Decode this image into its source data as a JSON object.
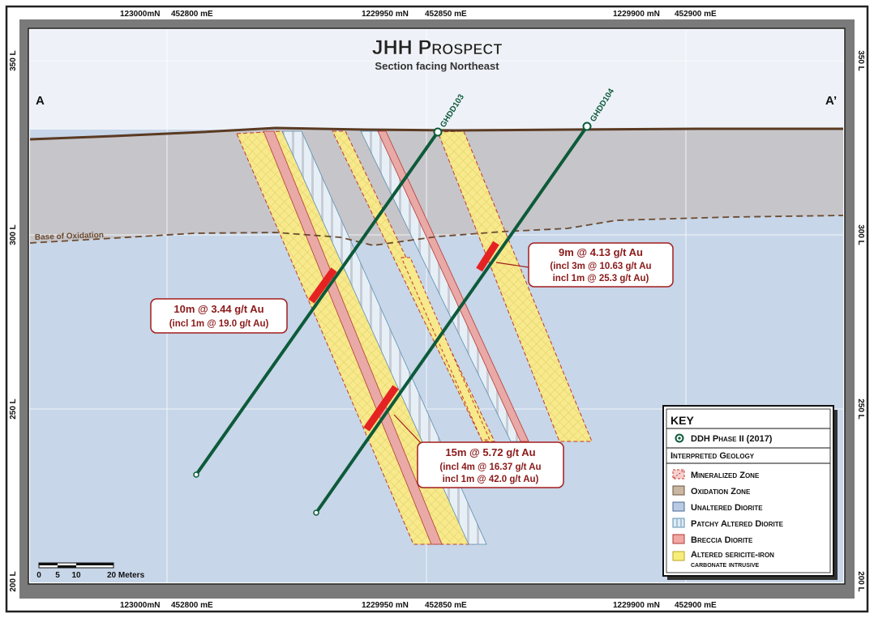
{
  "title": {
    "main": "JHH Prospect",
    "subtitle": "Section facing Northeast"
  },
  "section_ends": {
    "left": "A",
    "right": "A’"
  },
  "grid_top_labels": [
    {
      "northing": "123000mN",
      "easting": "452800 mE"
    },
    {
      "northing": "1229950 mN",
      "easting": "452850 mE"
    },
    {
      "northing": "1229900 mN",
      "easting": "452900 mE"
    }
  ],
  "grid_bottom_labels": [
    {
      "northing": "123000mN",
      "easting": "452800 mE"
    },
    {
      "northing": "1229950 mN",
      "easting": "452850 mE"
    },
    {
      "northing": "1229900 mN",
      "easting": "452900 mE"
    }
  ],
  "elevation_labels": [
    "350 L",
    "300 L",
    "250 L",
    "200 L"
  ],
  "base_of_oxidation": "Base of Oxidation",
  "drillholes": [
    "GHDD103",
    "GHDD104"
  ],
  "intercepts": [
    {
      "lines": [
        "10m @ 3.44 g/t Au",
        "(incl 1m @ 19.0 g/t Au)"
      ]
    },
    {
      "lines": [
        "15m @ 5.72 g/t Au",
        "(incl 4m @ 16.37 g/t Au",
        "incl 1m @ 42.0 g/t Au)"
      ]
    },
    {
      "lines": [
        "9m @ 4.13 g/t Au",
        "(incl 3m @ 10.63 g/t Au",
        "incl 1m @ 25.3 g/t Au)"
      ]
    }
  ],
  "scale_bar": {
    "ticks": [
      "0",
      "5",
      "10",
      "20 Meters"
    ]
  },
  "key": {
    "title": "KEY",
    "ddh_label": "DDH Phase II (2017)",
    "geology_heading": "Interpreted Geology",
    "items": [
      {
        "label": "Mineralized Zone",
        "fill": "#f6d0d0",
        "stroke": "#c0392b"
      },
      {
        "label": "Oxidation Zone",
        "fill": "#c9b7a2",
        "stroke": "#6b5440"
      },
      {
        "label": "Unaltered Diorite",
        "fill": "#b9cbe3",
        "stroke": "#4a6a99"
      },
      {
        "label": "Patchy Altered Diorite",
        "fill": "#dcebf5",
        "stroke": "#5b8fb0"
      },
      {
        "label": "Breccia Diorite",
        "fill": "#f0a8a4",
        "stroke": "#b33a33"
      },
      {
        "label": "Altered sericite-iron",
        "label2": "carbonate intrusive",
        "fill": "#f7ee7a",
        "stroke": "#b8a520"
      }
    ]
  },
  "colors": {
    "oxidation": "#c6c5ca",
    "diorite": "#c7d6e8",
    "sky": "#eef2f8",
    "alteration": "#f7ea8a",
    "breccia": "#e9a9a6",
    "patchy": "#e3eef6",
    "drillhole": "#0d5a3a",
    "intercept": "#e52222",
    "label_text": "#8b1a1a"
  }
}
